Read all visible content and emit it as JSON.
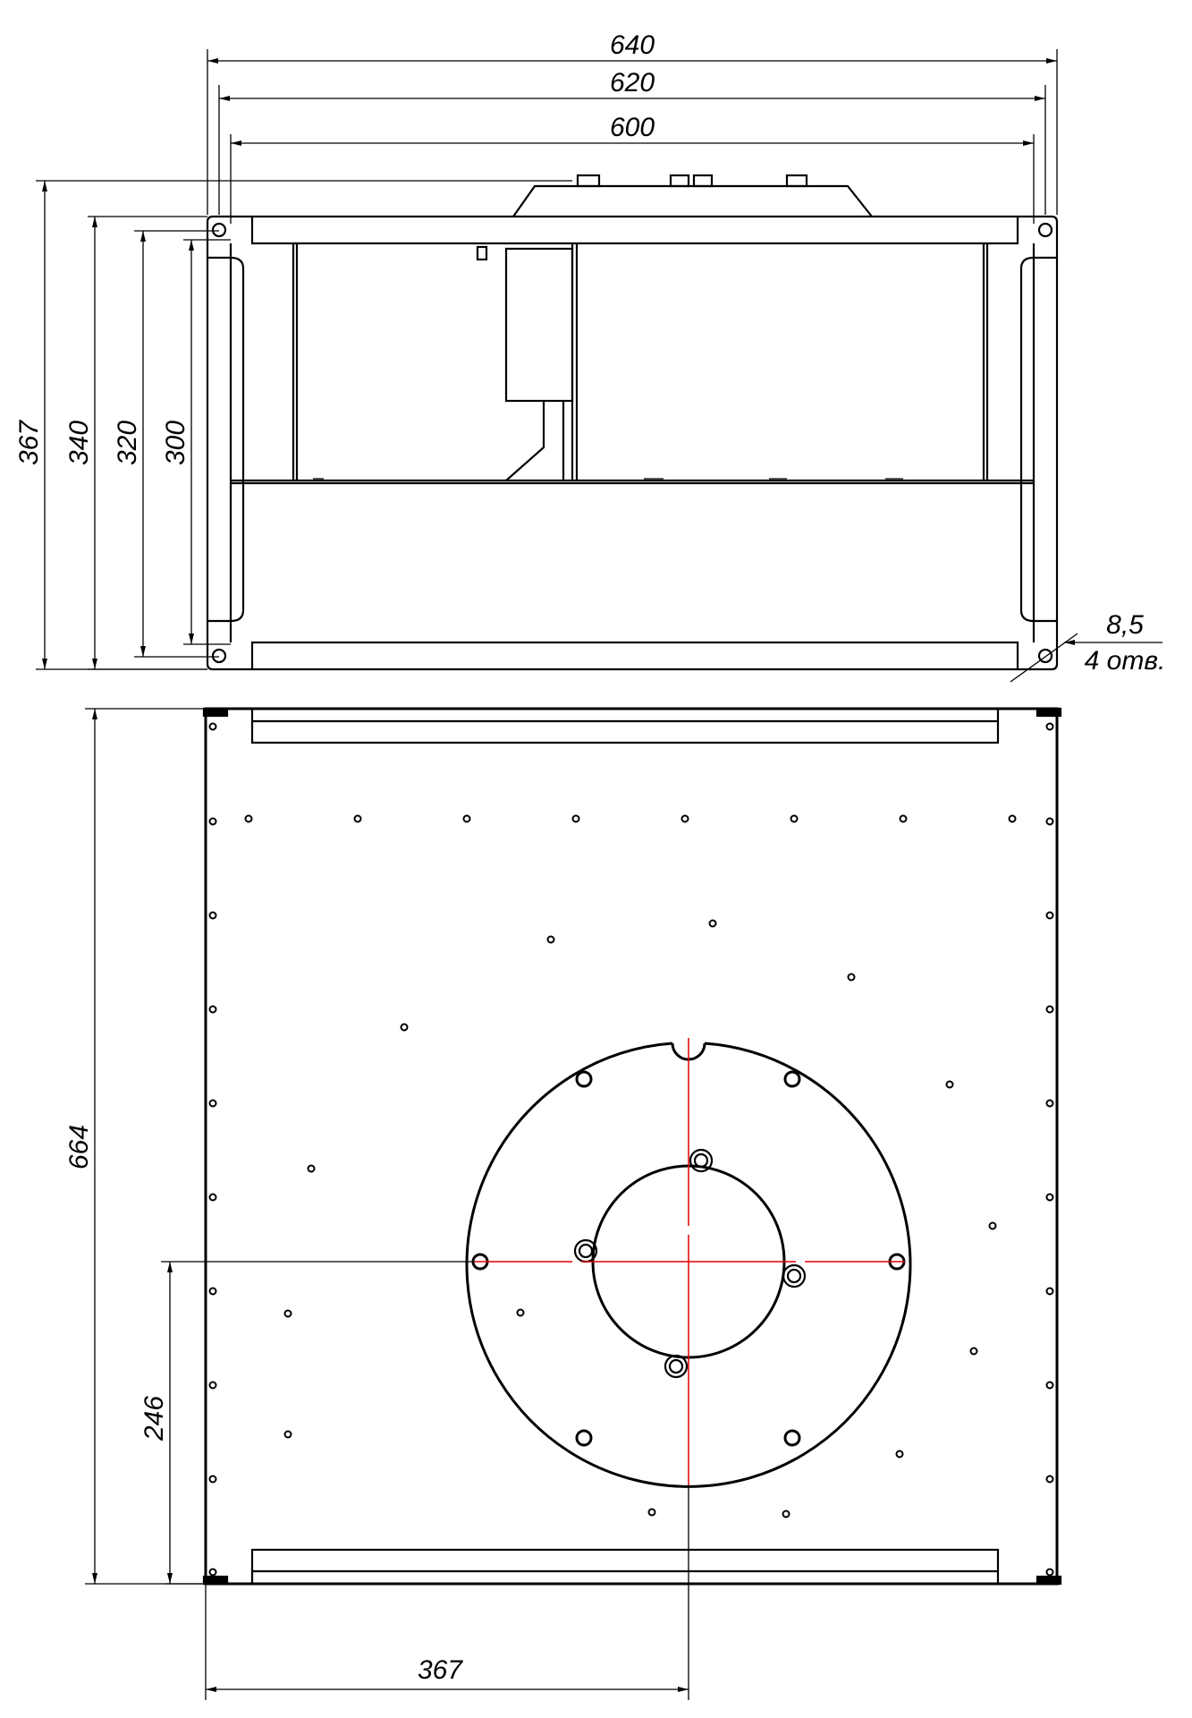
{
  "drawing": {
    "top_view": {
      "dim_width_outer": "640",
      "dim_width_mid": "620",
      "dim_width_inner": "600",
      "dim_height_total": "367",
      "dim_height_outer": "340",
      "dim_height_mid": "320",
      "dim_height_inner": "300",
      "hole_dia": "8,5",
      "hole_count": "4 отв."
    },
    "bottom_view": {
      "dim_height": "664",
      "dim_center_y": "246",
      "dim_center_x": "367"
    }
  }
}
